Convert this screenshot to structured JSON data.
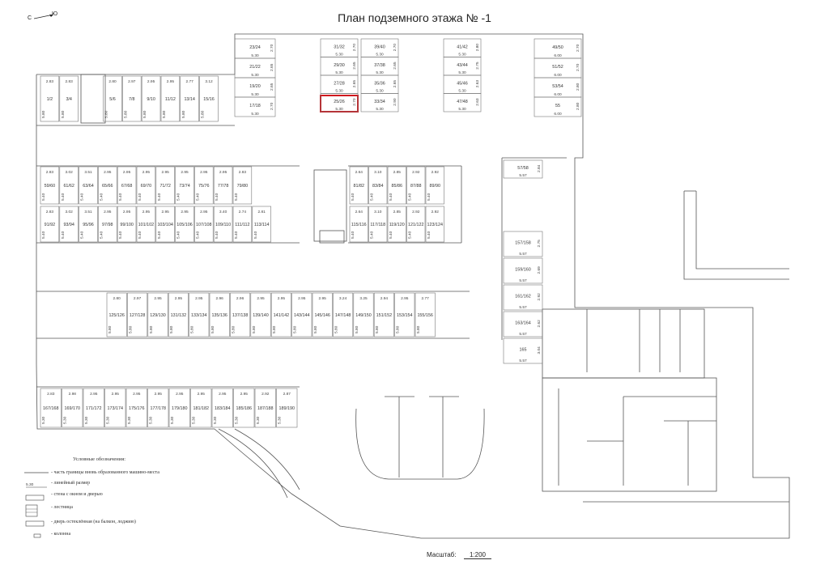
{
  "title": "План подземного этажа № -1",
  "compass": {
    "left": "С",
    "right": "Ю"
  },
  "legend": {
    "heading": "Условные обозначения:",
    "items": [
      "- часть границы вновь образованного машино-места",
      "- линейный размер",
      "- стена с окном и дверью",
      "- лестница",
      "- дверь остеклённая (на балкон, лоджию)",
      "- колонна"
    ],
    "dim_sample": "5.30"
  },
  "scale": {
    "label": "Масштаб:",
    "value": "1:200"
  },
  "highlight_color": "#d0181e",
  "spots": {
    "top_col1": [
      {
        "n": "23/24",
        "w": "2.70",
        "l": "5.30"
      },
      {
        "n": "21/22",
        "w": "2.65",
        "l": "5.30"
      },
      {
        "n": "19/20",
        "w": "2.65",
        "l": "5.30"
      },
      {
        "n": "17/18",
        "w": "2.70",
        "l": "5.30"
      }
    ],
    "top_col2": [
      {
        "n": "31/32",
        "w": "2.70",
        "l": "5.30"
      },
      {
        "n": "29/30",
        "w": "2.65",
        "l": "5.30"
      },
      {
        "n": "27/28",
        "w": "2.65",
        "l": "5.30"
      },
      {
        "n": "25/26",
        "w": "2.70",
        "l": "5.30"
      }
    ],
    "top_col3": [
      {
        "n": "39/40",
        "w": "2.70",
        "l": "5.30"
      },
      {
        "n": "37/38",
        "w": "2.65",
        "l": "5.30"
      },
      {
        "n": "35/36",
        "w": "2.65",
        "l": "5.30"
      },
      {
        "n": "33/34",
        "w": "2.90",
        "l": "5.30"
      }
    ],
    "top_col4": [
      {
        "n": "41/42",
        "w": "2.80",
        "l": "5.30"
      },
      {
        "n": "43/44",
        "w": "2.75",
        "l": "5.30"
      },
      {
        "n": "45/46",
        "w": "2.63",
        "l": "5.30"
      },
      {
        "n": "47/48",
        "w": "2.63",
        "l": "5.30"
      }
    ],
    "top_col5": [
      {
        "n": "49/50",
        "w": "2.70",
        "l": "6.00"
      },
      {
        "n": "51/52",
        "w": "2.70",
        "l": "6.00"
      },
      {
        "n": "53/54",
        "w": "2.80",
        "l": "6.00"
      },
      {
        "n": "55",
        "w": "2.80",
        "l": "6.00"
      }
    ],
    "row1": [
      {
        "n": "1/2",
        "w": "2.83",
        "l": "5.80"
      },
      {
        "n": "3/4",
        "w": "2.83",
        "l": "5.80"
      },
      {
        "n": "5/6",
        "w": "2.80",
        "l": "5.80"
      },
      {
        "n": "7/8",
        "w": "2.97",
        "l": "5.80"
      },
      {
        "n": "9/10",
        "w": "2.95",
        "l": "5.80"
      },
      {
        "n": "11/12",
        "w": "2.95",
        "l": "5.80"
      },
      {
        "n": "13/14",
        "w": "2.77",
        "l": "5.80"
      },
      {
        "n": "15/16",
        "w": "3.12",
        "l": "5.80"
      }
    ],
    "row2": [
      {
        "n": "59/60",
        "w": "2.83",
        "l": "5.40"
      },
      {
        "n": "61/62",
        "w": "3.02",
        "l": "5.40"
      },
      {
        "n": "63/64",
        "w": "3.51",
        "l": "5.40"
      },
      {
        "n": "65/66",
        "w": "2.95",
        "l": "5.40"
      },
      {
        "n": "67/68",
        "w": "2.95",
        "l": "5.40"
      },
      {
        "n": "69/70",
        "w": "2.95",
        "l": "5.40"
      },
      {
        "n": "71/72",
        "w": "2.95",
        "l": "5.40"
      },
      {
        "n": "73/74",
        "w": "2.95",
        "l": "5.40"
      },
      {
        "n": "75/76",
        "w": "2.95",
        "l": "5.40"
      },
      {
        "n": "77/78",
        "w": "2.95",
        "l": "5.40"
      },
      {
        "n": "79/80",
        "w": "2.83",
        "l": "5.40"
      }
    ],
    "row2b": [
      {
        "n": "81/82",
        "w": "2.64",
        "l": "5.40"
      },
      {
        "n": "83/84",
        "w": "3.10",
        "l": "5.40"
      },
      {
        "n": "85/86",
        "w": "2.85",
        "l": "5.40"
      },
      {
        "n": "87/88",
        "w": "2.92",
        "l": "5.40"
      },
      {
        "n": "89/90",
        "w": "2.92",
        "l": "5.40"
      }
    ],
    "row3": [
      {
        "n": "91/92",
        "w": "2.83",
        "l": "5.40"
      },
      {
        "n": "93/94",
        "w": "3.02",
        "l": "5.40"
      },
      {
        "n": "95/96",
        "w": "3.51",
        "l": "5.40"
      },
      {
        "n": "97/98",
        "w": "2.95",
        "l": "5.40"
      },
      {
        "n": "99/100",
        "w": "2.95",
        "l": "5.40"
      },
      {
        "n": "101/102",
        "w": "2.95",
        "l": "5.40"
      },
      {
        "n": "103/104",
        "w": "2.95",
        "l": "5.40"
      },
      {
        "n": "105/106",
        "w": "2.95",
        "l": "5.40"
      },
      {
        "n": "107/108",
        "w": "2.95",
        "l": "5.40"
      },
      {
        "n": "109/110",
        "w": "3.40",
        "l": "5.40"
      },
      {
        "n": "111/112",
        "w": "2.74",
        "l": "5.40"
      },
      {
        "n": "113/114",
        "w": "2.81",
        "l": "5.40"
      }
    ],
    "row3b": [
      {
        "n": "115/116",
        "w": "2.64",
        "l": "5.40"
      },
      {
        "n": "117/118",
        "w": "3.10",
        "l": "5.40"
      },
      {
        "n": "119/120",
        "w": "2.85",
        "l": "5.40"
      },
      {
        "n": "121/122",
        "w": "2.92",
        "l": "5.40"
      },
      {
        "n": "123/124",
        "w": "2.92",
        "l": "5.40"
      }
    ],
    "row4": [
      {
        "n": "125/126",
        "w": "2.80",
        "l": "5.80"
      },
      {
        "n": "127/128",
        "w": "2.97",
        "l": "5.80"
      },
      {
        "n": "129/130",
        "w": "2.95",
        "l": "5.80"
      },
      {
        "n": "131/132",
        "w": "2.95",
        "l": "5.80"
      },
      {
        "n": "133/134",
        "w": "2.95",
        "l": "5.80"
      },
      {
        "n": "135/136",
        "w": "2.96",
        "l": "5.80"
      },
      {
        "n": "137/138",
        "w": "2.96",
        "l": "5.80"
      },
      {
        "n": "139/140",
        "w": "2.95",
        "l": "5.80"
      },
      {
        "n": "141/142",
        "w": "2.95",
        "l": "5.80"
      },
      {
        "n": "143/144",
        "w": "2.95",
        "l": "5.80"
      },
      {
        "n": "145/146",
        "w": "2.95",
        "l": "5.80"
      },
      {
        "n": "147/148",
        "w": "3.24",
        "l": "5.80"
      },
      {
        "n": "149/150",
        "w": "3.25",
        "l": "5.80"
      },
      {
        "n": "151/152",
        "w": "2.94",
        "l": "5.80"
      },
      {
        "n": "153/154",
        "w": "2.95",
        "l": "5.80"
      },
      {
        "n": "155/156",
        "w": "2.77",
        "l": "5.80"
      }
    ],
    "row5": [
      {
        "n": "167/168",
        "w": "2.83",
        "l": "5.30"
      },
      {
        "n": "169/170",
        "w": "2.98",
        "l": "5.30"
      },
      {
        "n": "171/172",
        "w": "2.95",
        "l": "5.30"
      },
      {
        "n": "173/174",
        "w": "2.95",
        "l": "5.30"
      },
      {
        "n": "175/176",
        "w": "2.95",
        "l": "5.30"
      },
      {
        "n": "177/178",
        "w": "2.95",
        "l": "5.30"
      },
      {
        "n": "179/180",
        "w": "2.95",
        "l": "5.30"
      },
      {
        "n": "181/182",
        "w": "2.95",
        "l": "5.30"
      },
      {
        "n": "183/184",
        "w": "2.95",
        "l": "5.30"
      },
      {
        "n": "185/186",
        "w": "2.95",
        "l": "5.30"
      },
      {
        "n": "187/188",
        "w": "2.92",
        "l": "5.30"
      },
      {
        "n": "189/190",
        "w": "2.87",
        "l": "5.30"
      }
    ],
    "right_col": [
      {
        "n": "57/58",
        "w": "2.84",
        "l": "5.57"
      },
      {
        "n": "157/158",
        "w": "2.75",
        "l": "5.57"
      },
      {
        "n": "159/160",
        "w": "2.69",
        "l": "5.57"
      },
      {
        "n": "161/162",
        "w": "2.92",
        "l": "5.57"
      },
      {
        "n": "163/164",
        "w": "2.62",
        "l": "5.57"
      },
      {
        "n": "165",
        "w": "3.04",
        "l": "5.57"
      }
    ]
  }
}
